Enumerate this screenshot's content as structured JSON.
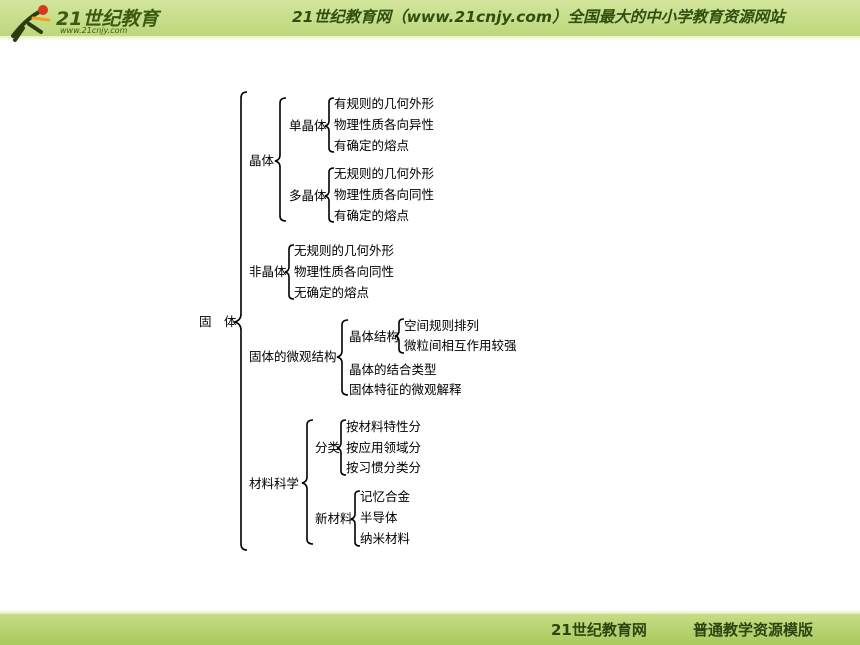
{
  "header": {
    "logo_text": "21世纪教育",
    "logo_url": "www.21cnjy.com",
    "slogan": "21世纪教育网（www.21cnjy.com）全国最大的中小学教育资源网站"
  },
  "tree": {
    "root": "固　体",
    "crystal": {
      "label": "晶体",
      "single": {
        "label": "单晶体",
        "items": [
          "有规则的几何外形",
          "物理性质各向异性",
          "有确定的熔点"
        ]
      },
      "poly": {
        "label": "多晶体",
        "items": [
          "无规则的几何外形",
          "物理性质各向同性",
          "有确定的熔点"
        ]
      }
    },
    "amorphous": {
      "label": "非晶体",
      "items": [
        "无规则的几何外形",
        "物理性质各向同性",
        "无确定的熔点"
      ]
    },
    "micro": {
      "label": "固体的微观结构",
      "structure": {
        "label": "晶体结构",
        "items": [
          "空间规则排列",
          "微粒间相互作用较强"
        ]
      },
      "items": [
        "晶体的结合类型",
        "固体特征的微观解释"
      ]
    },
    "material": {
      "label": "材料科学",
      "classify": {
        "label": "分类",
        "items": [
          "按材料特性分",
          "按应用领域分",
          "按习惯分类分"
        ]
      },
      "newmat": {
        "label": "新材料",
        "items": [
          "记忆合金",
          "半导体",
          "纳米材料"
        ]
      }
    }
  },
  "footer": {
    "left": "21世纪教育网",
    "right": "普通教学资源模版"
  }
}
